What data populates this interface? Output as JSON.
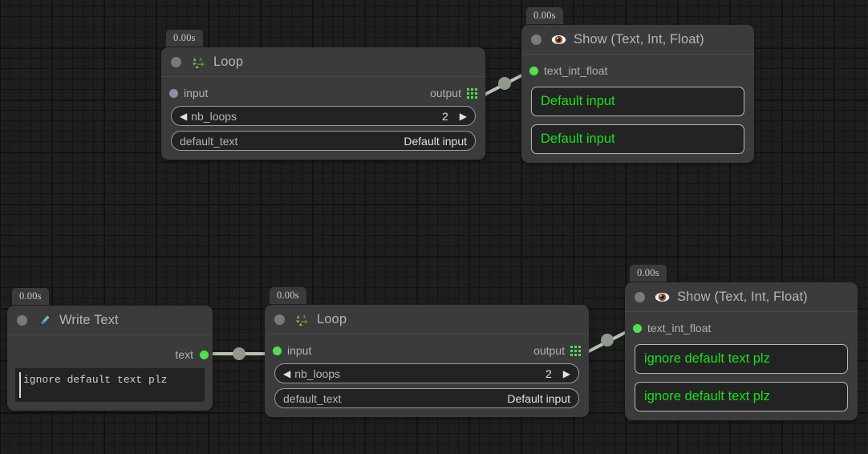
{
  "canvas": {
    "background_color": "#1e1e1e",
    "grid_line_color": "#141414",
    "grid_major_color": "#101010"
  },
  "colors": {
    "node_bg": "#3b3b3b",
    "field_bg": "#232323",
    "accent_green": "#19e019",
    "port_green": "#50e050",
    "port_lilac": "#8d8dac",
    "edge": "#b9c2b3",
    "title_text": "#b4b4b4"
  },
  "nodes": [
    {
      "id": "loop-top",
      "time": "0.00s",
      "title": "Loop",
      "icon": "recycle-icon",
      "status_icon": "status-dot-idle",
      "input_port": {
        "label": "input",
        "dot": "lilac",
        "connected": false
      },
      "output_port": {
        "label": "output",
        "icon": "grid-list-icon"
      },
      "params": [
        {
          "type": "stepper",
          "name": "nb_loops",
          "value": "2",
          "dec": "◀",
          "inc": "▶"
        },
        {
          "type": "text",
          "name": "default_text",
          "value": "Default input"
        }
      ]
    },
    {
      "id": "show-top",
      "time": "0.00s",
      "title": "Show (Text, Int, Float)",
      "icon": "eye-icon",
      "status_icon": "status-dot-idle",
      "input_port": {
        "label": "text_int_float",
        "dot": "green",
        "connected": true
      },
      "outputs": [
        "Default input",
        "Default input"
      ]
    },
    {
      "id": "write-text",
      "time": "0.00s",
      "title": "Write Text",
      "icon": "pen-nib-icon",
      "status_icon": "status-dot-idle",
      "output_port": {
        "label": "text",
        "dot": "green"
      },
      "textarea_value": "ignore default text plz"
    },
    {
      "id": "loop-bottom",
      "time": "0.00s",
      "title": "Loop",
      "icon": "recycle-icon",
      "status_icon": "status-dot-idle",
      "input_port": {
        "label": "input",
        "dot": "green",
        "connected": true
      },
      "output_port": {
        "label": "output",
        "icon": "grid-list-icon"
      },
      "params": [
        {
          "type": "stepper",
          "name": "nb_loops",
          "value": "2",
          "dec": "◀",
          "inc": "▶"
        },
        {
          "type": "text",
          "name": "default_text",
          "value": "Default input"
        }
      ]
    },
    {
      "id": "show-bottom",
      "time": "0.00s",
      "title": "Show (Text, Int, Float)",
      "icon": "eye-icon",
      "status_icon": "status-dot-idle",
      "input_port": {
        "label": "text_int_float",
        "dot": "green",
        "connected": true
      },
      "outputs": [
        "ignore default text plz",
        "ignore default text plz"
      ]
    }
  ],
  "edges": [
    {
      "from": "loop-top.output",
      "to": "show-top.text_int_float"
    },
    {
      "from": "write-text.text",
      "to": "loop-bottom.input"
    },
    {
      "from": "loop-bottom.output",
      "to": "show-bottom.text_int_float"
    }
  ]
}
